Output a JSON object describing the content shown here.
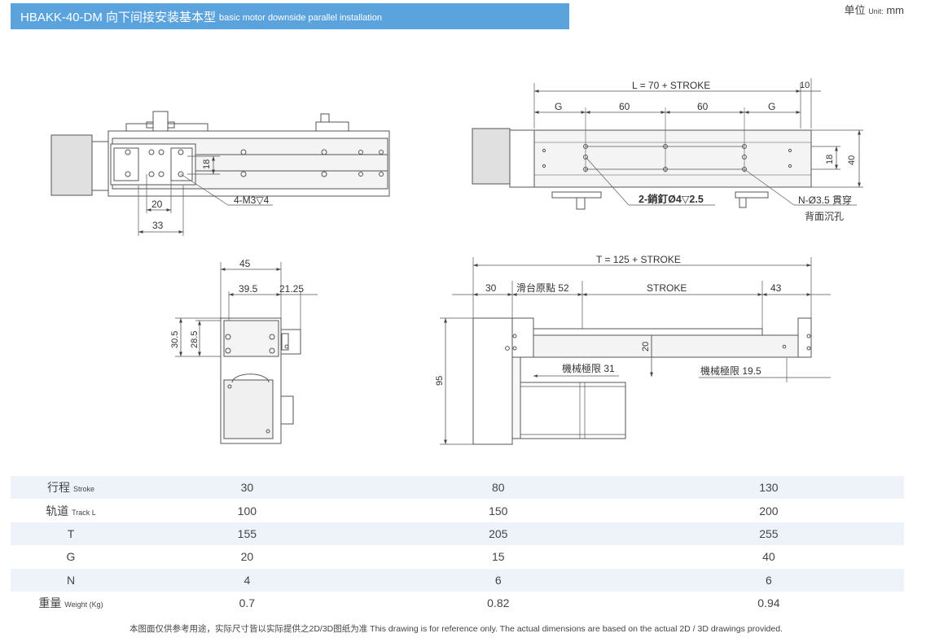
{
  "header": {
    "title_main": "HBAKK-40-DM 向下间接安装基本型",
    "title_sub": "basic motor downside parallel installation",
    "unit_cn": "单位",
    "unit_en": "Unit:",
    "unit_value": "mm"
  },
  "dims": {
    "top_20": "20",
    "top_33": "33",
    "top_18": "18",
    "top_m3": "4-M3▽4",
    "l_total": "L = 70 + STROKE",
    "d_10": "10",
    "g_left": "G",
    "d_60a": "60",
    "d_60b": "60",
    "g_right": "G",
    "d_18": "18",
    "d_40": "40",
    "pin": "2-銷釘Ø4▽2.5",
    "hole_a": "N-Ø3.5 貫穿",
    "hole_b": "背面沉孔",
    "end_45": "45",
    "end_395": "39.5",
    "end_2125": "21.25",
    "end_305": "30.5",
    "end_285": "28.5",
    "t_total": "T = 125 + STROKE",
    "s_30": "30",
    "s_origin": "滑台原點 52",
    "s_stroke": "STROKE",
    "s_43": "43",
    "s_20": "20",
    "s_95": "95",
    "s_lim31": "機械極限 31",
    "s_lim195": "機械極限 19.5"
  },
  "spec_table": {
    "rows": [
      {
        "label_cn": "行程",
        "label_en": "Stroke",
        "values": [
          "30",
          "80",
          "130"
        ]
      },
      {
        "label_cn": "轨道",
        "label_en": "Track L",
        "values": [
          "100",
          "150",
          "200"
        ]
      },
      {
        "label_cn": "T",
        "label_en": "",
        "values": [
          "155",
          "205",
          "255"
        ]
      },
      {
        "label_cn": "G",
        "label_en": "",
        "values": [
          "20",
          "15",
          "40"
        ]
      },
      {
        "label_cn": "N",
        "label_en": "",
        "values": [
          "4",
          "6",
          "6"
        ]
      },
      {
        "label_cn": "重量",
        "label_en": "Weight (Kg)",
        "values": [
          "0.7",
          "0.82",
          "0.94"
        ]
      }
    ]
  },
  "footer": {
    "note": "本图面仅供参考用途，实际尺寸皆以实际提供之2D/3D图纸为准 This drawing is for reference only. The actual dimensions are based on the actual 2D / 3D drawings provided."
  },
  "colors": {
    "title_bar": "#5ba3dd",
    "row_stripe": "#eef3fa",
    "line": "#555555",
    "fill_gray": "#e0e0e0"
  }
}
